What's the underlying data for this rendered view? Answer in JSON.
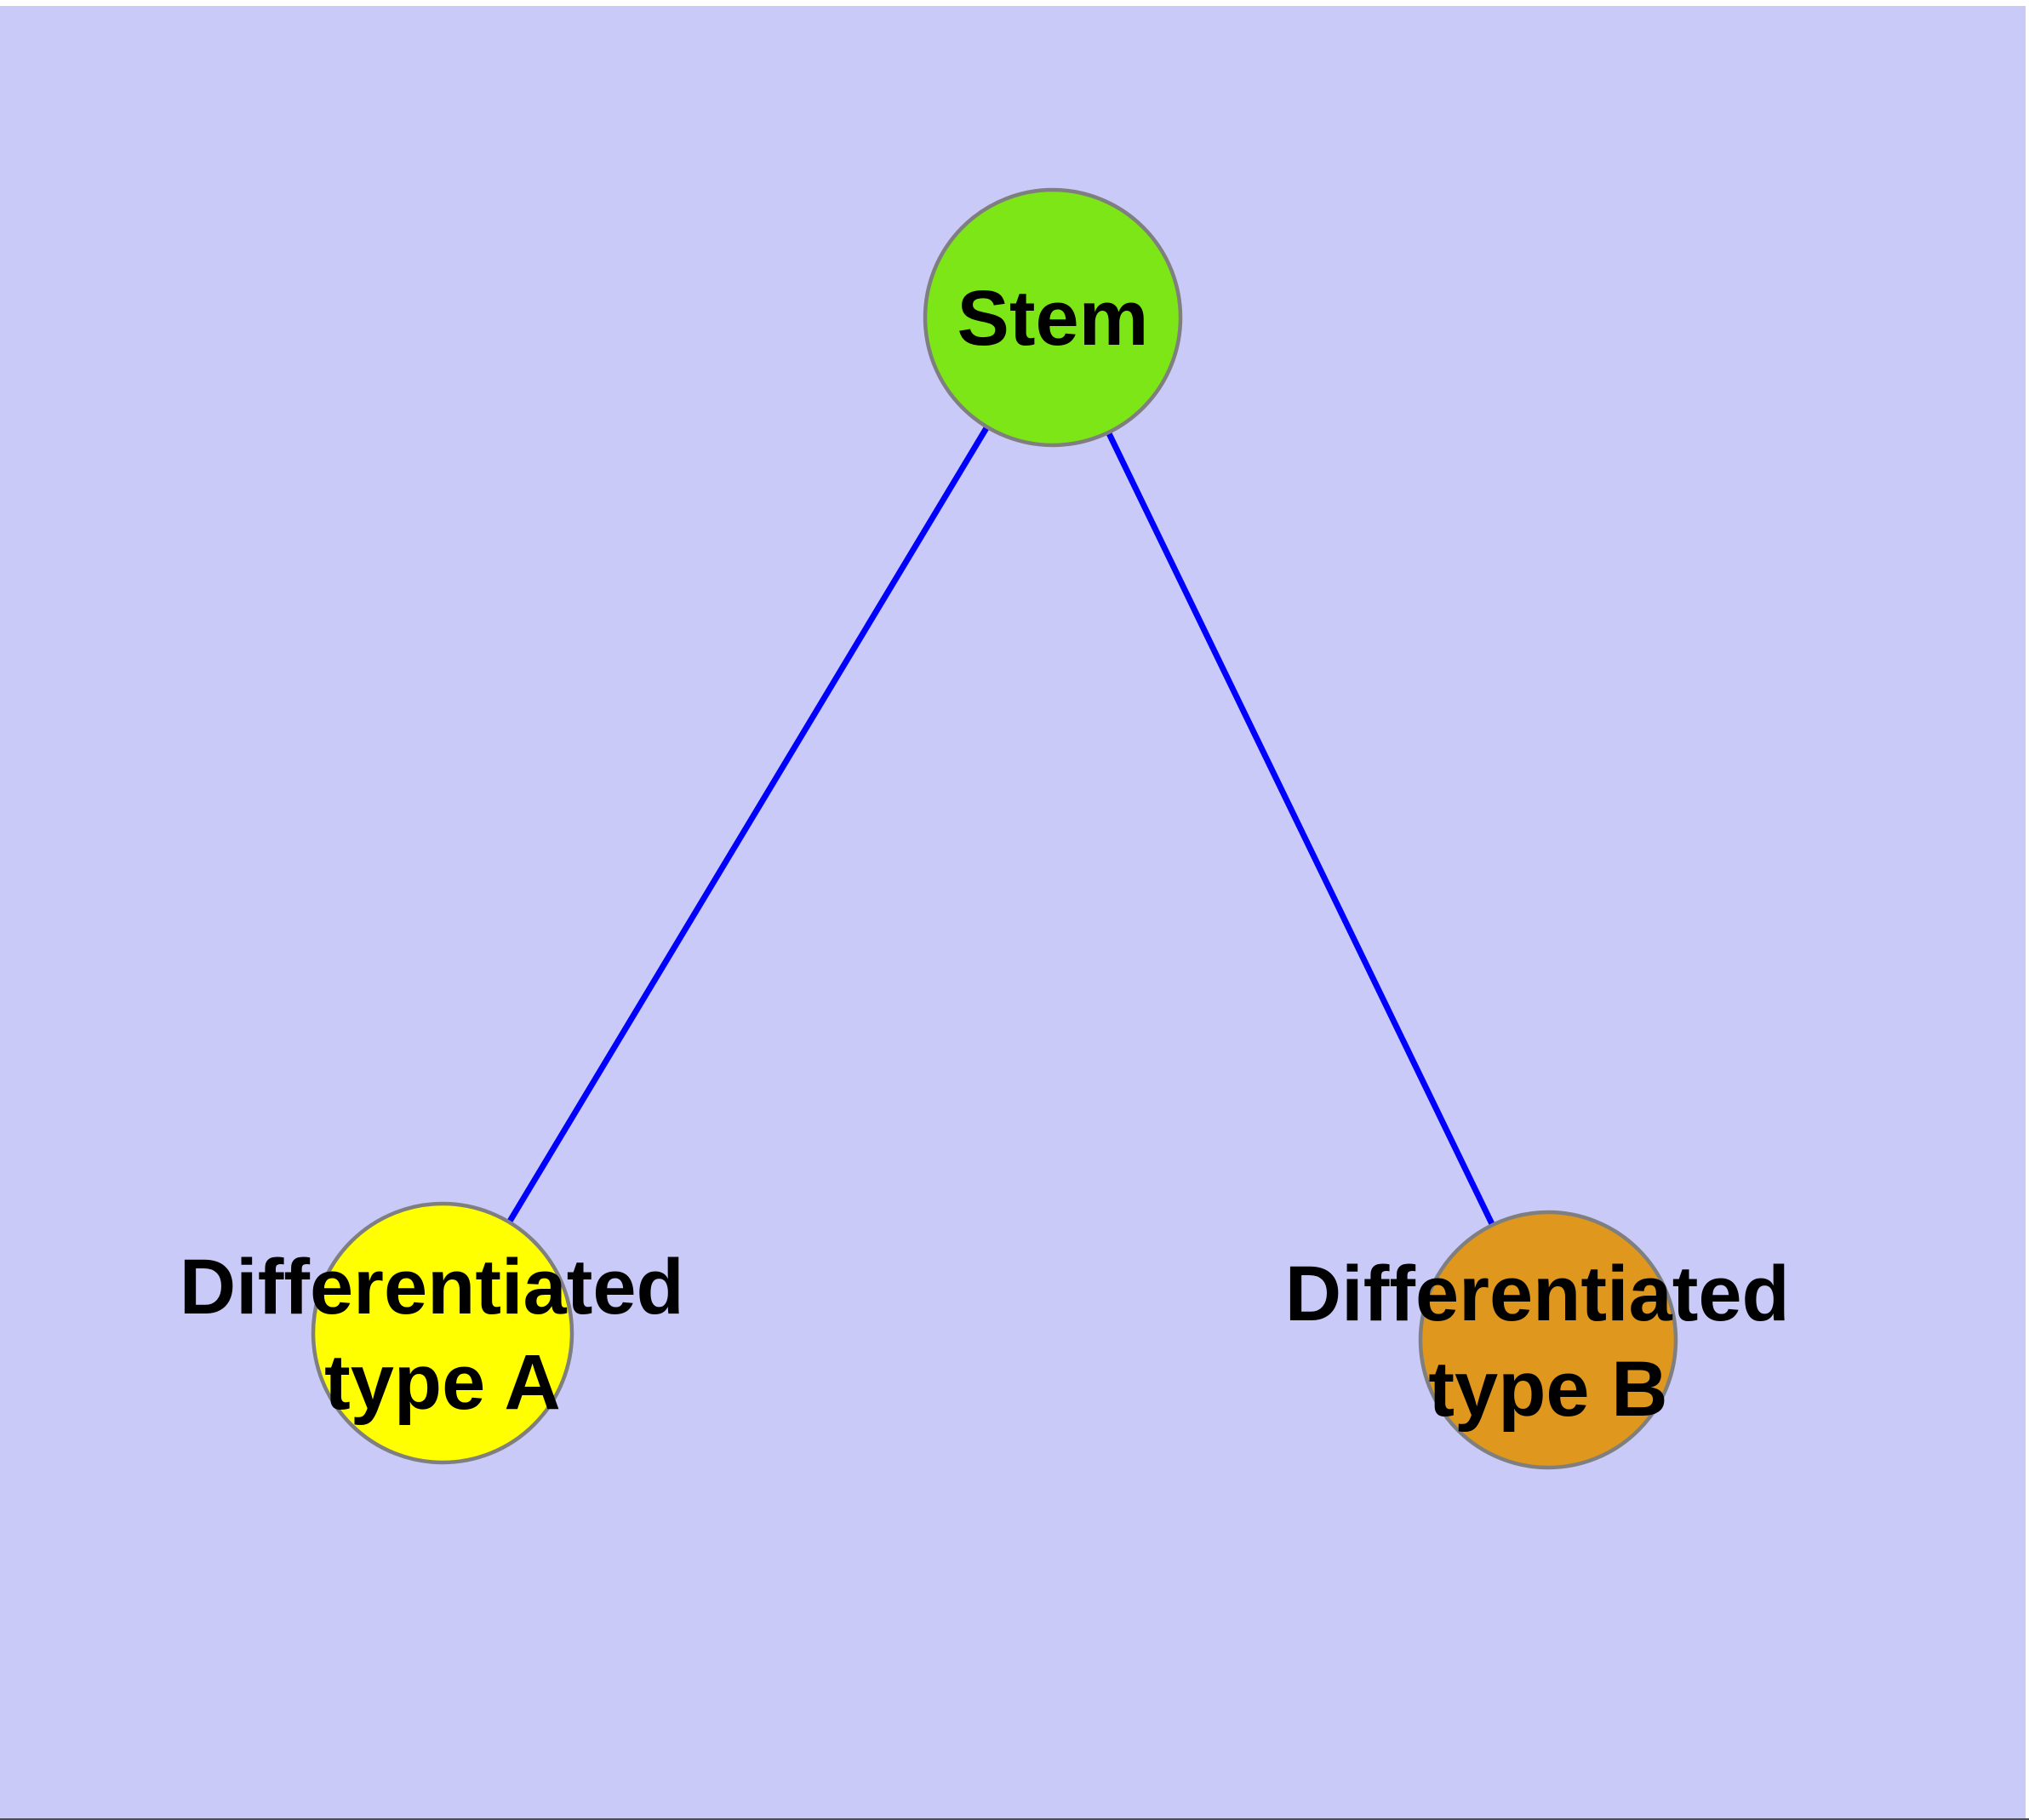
{
  "diagram": {
    "type": "graph",
    "background_color": "#cacaf8",
    "edge_color": "#0000ff",
    "node_border_color": "#7f7f7f",
    "text_color": "#000000",
    "nodes": {
      "stem": {
        "label": "Stem",
        "fill": "#7de617"
      },
      "type_a": {
        "label": "Differentiated type A",
        "line1": "Differentiated",
        "line2": "type A",
        "fill": "#ffff00"
      },
      "type_b": {
        "label": "Differentiated type B",
        "line1": "Differentiated",
        "line2": "type B",
        "fill": "#e0971d"
      }
    },
    "edges": [
      {
        "from": "stem",
        "to": "type_a"
      },
      {
        "from": "stem",
        "to": "type_b"
      }
    ]
  }
}
